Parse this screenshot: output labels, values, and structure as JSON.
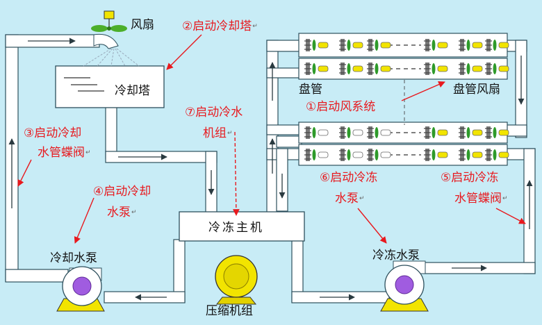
{
  "fan_label": "风扇",
  "tower_label": "冷却塔",
  "coil_label": "盘管",
  "coil_fan_label": "盘管风扇",
  "chiller_label": "冷冻主机",
  "compressor_label": "压缩机组",
  "cooling_pump_label": "冷却水泵",
  "chilled_pump_label": "冷冻水泵",
  "steps": {
    "s1": "①启动风系统",
    "s2": "②启动冷却塔",
    "s3_a": "③启动冷却",
    "s3_b": "水管蝶阀",
    "s4_a": "④启动冷却",
    "s4_b": "水泵",
    "s5_a": "⑤启动冷冻",
    "s5_b": "水管蝶阀",
    "s6_a": "⑥启动冷冻",
    "s6_b": "水泵",
    "s7_a": "⑦启动冷水",
    "s7_b": "机组"
  },
  "colors": {
    "background": "#c8ecf6",
    "pipe": "#ffffff",
    "pipe_edge": "#2d4f5c",
    "step_text": "#e8191e",
    "pump_body": "#a05ce0",
    "compressor": "#f2e400"
  }
}
